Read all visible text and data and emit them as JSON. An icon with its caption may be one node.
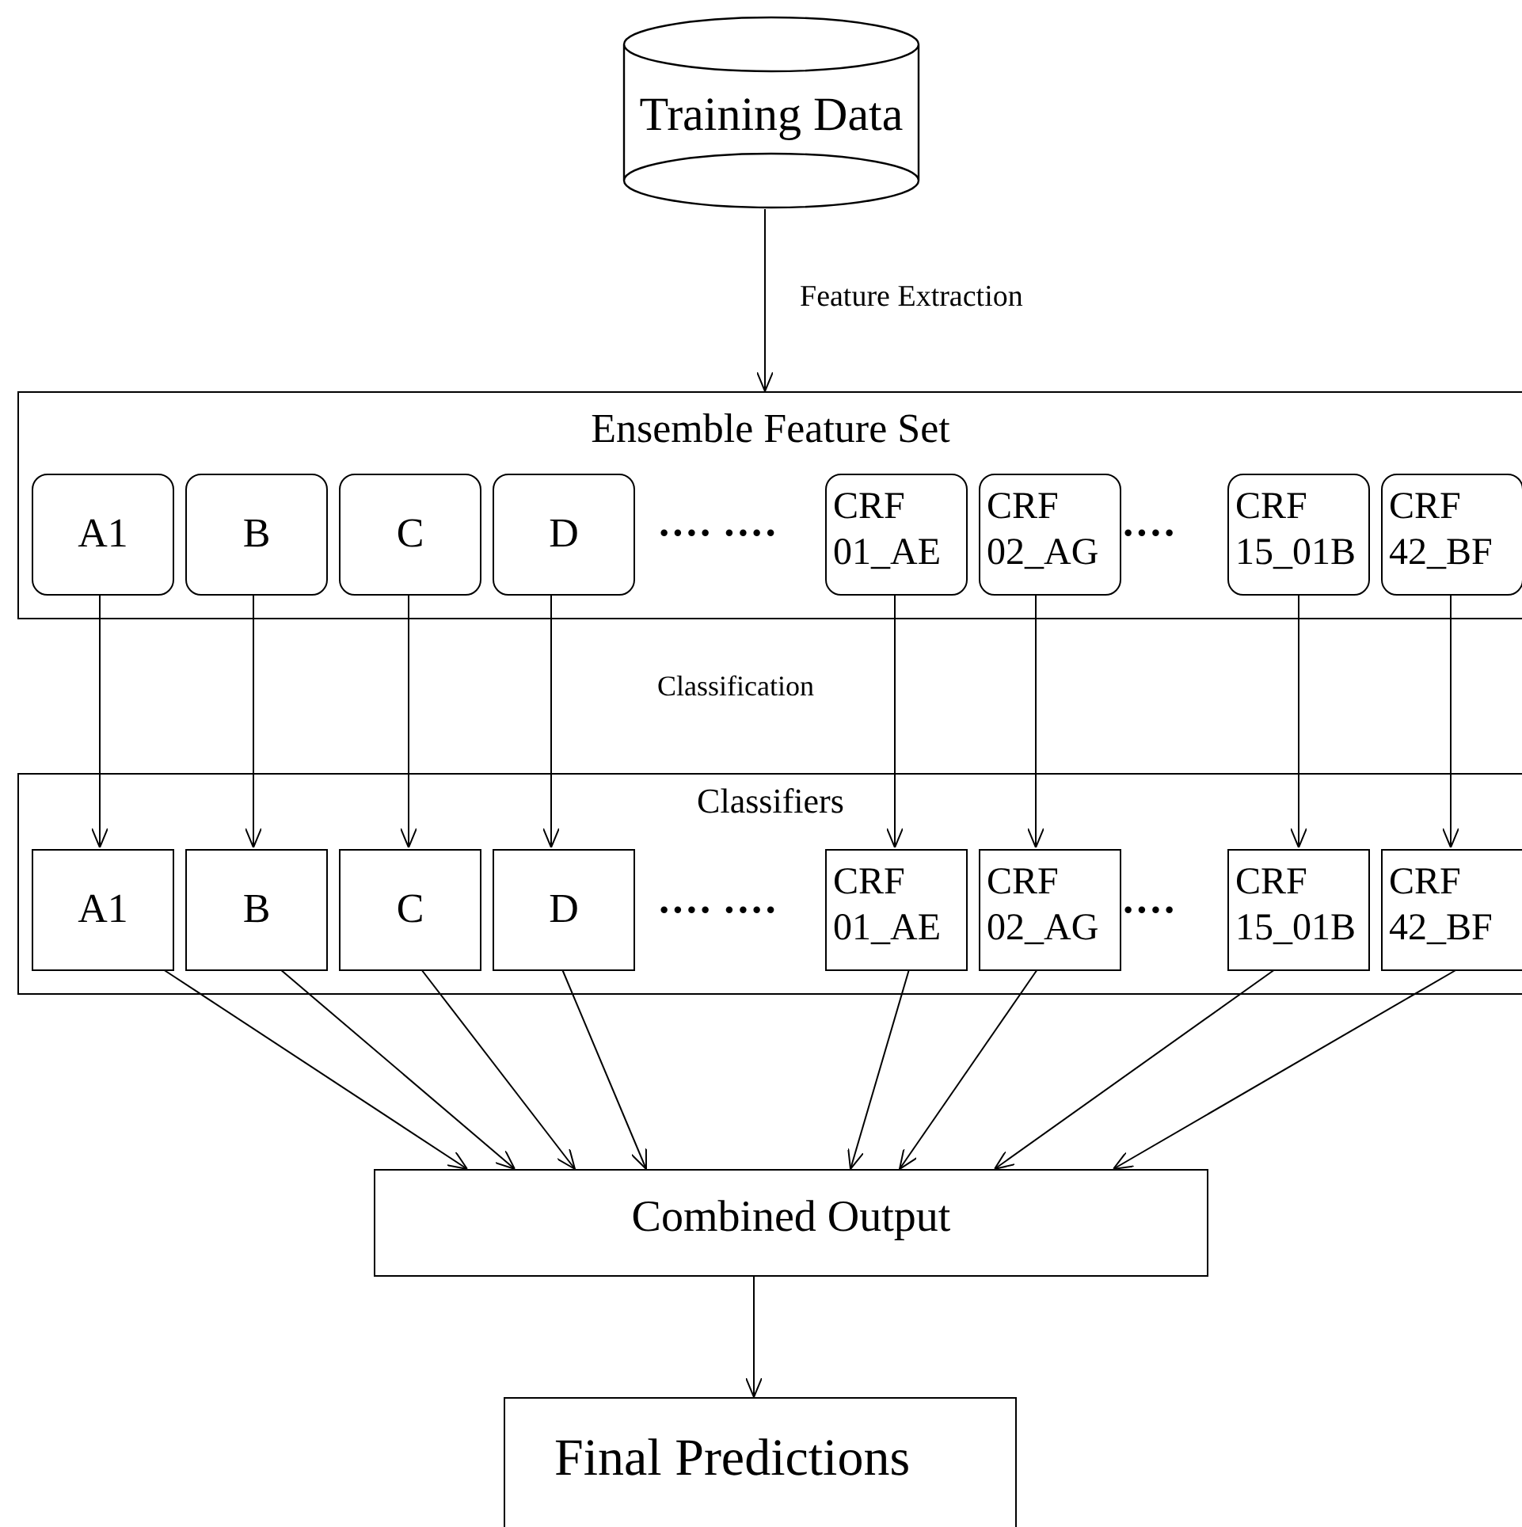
{
  "diagram": {
    "nodes": [
      {
        "text": [
          "Training Data"
        ]
      },
      {
        "text": [
          "Ensemble Feature Set"
        ]
      },
      {
        "text": [
          "A1"
        ],
        "in": 1
      },
      {
        "text": [
          "B"
        ],
        "in": 1
      },
      {
        "text": [
          "C"
        ],
        "in": 1
      },
      {
        "text": [
          "D"
        ],
        "in": 1
      },
      {
        "text": [
          "CRF 01_AE"
        ],
        "in": 1
      },
      {
        "text": [
          "CRF 02_AG"
        ],
        "in": 1
      },
      {
        "text": [
          "CRF 15_01B"
        ],
        "in": 1
      },
      {
        "text": [
          "CRF 42_BF"
        ],
        "in": 1
      },
      {
        "text": [
          "Classifiers"
        ]
      },
      {
        "text": [
          "A1"
        ],
        "in": 10
      },
      {
        "text": [
          "B"
        ],
        "in": 10
      },
      {
        "text": [
          "C"
        ],
        "in": 10
      },
      {
        "text": [
          "D"
        ],
        "in": 10
      },
      {
        "text": [
          "CRF 01_AE"
        ],
        "in": 10
      },
      {
        "text": [
          "CRF 02_AG"
        ],
        "in": 10
      },
      {
        "text": [
          "CRF 15_01B"
        ],
        "in": 10
      },
      {
        "text": [
          "CRF 42_BF"
        ],
        "in": 10
      },
      {
        "text": [
          "Combined Output"
        ]
      },
      {
        "text": [
          "Final Predictions"
        ]
      }
    ],
    "edges": [
      {
        "from": 0,
        "to": 1,
        "arrow": "to",
        "label": "Feature Extraction"
      },
      {
        "from": 2,
        "to": 11,
        "arrow": "to"
      },
      {
        "from": 3,
        "to": 12,
        "arrow": "to"
      },
      {
        "from": 4,
        "to": 13,
        "arrow": "to"
      },
      {
        "from": 5,
        "to": 14,
        "arrow": "to"
      },
      {
        "from": 6,
        "to": 15,
        "arrow": "to"
      },
      {
        "from": 7,
        "to": 16,
        "arrow": "to"
      },
      {
        "from": 8,
        "to": 17,
        "arrow": "to"
      },
      {
        "from": 9,
        "to": 18,
        "arrow": "to"
      },
      {
        "from": 11,
        "to": 19,
        "arrow": "to"
      },
      {
        "from": 12,
        "to": 19,
        "arrow": "to"
      },
      {
        "from": 13,
        "to": 19,
        "arrow": "to"
      },
      {
        "from": 14,
        "to": 19,
        "arrow": "to"
      },
      {
        "from": 15,
        "to": 19,
        "arrow": "to"
      },
      {
        "from": 16,
        "to": 19,
        "arrow": "to"
      },
      {
        "from": 17,
        "to": 19,
        "arrow": "to"
      },
      {
        "from": 18,
        "to": 19,
        "arrow": "to"
      },
      {
        "from": 19,
        "to": 20,
        "arrow": "to"
      }
    ],
    "labels": [
      "···· ····",
      "····",
      "Classification",
      "···· ····",
      "····"
    ]
  }
}
